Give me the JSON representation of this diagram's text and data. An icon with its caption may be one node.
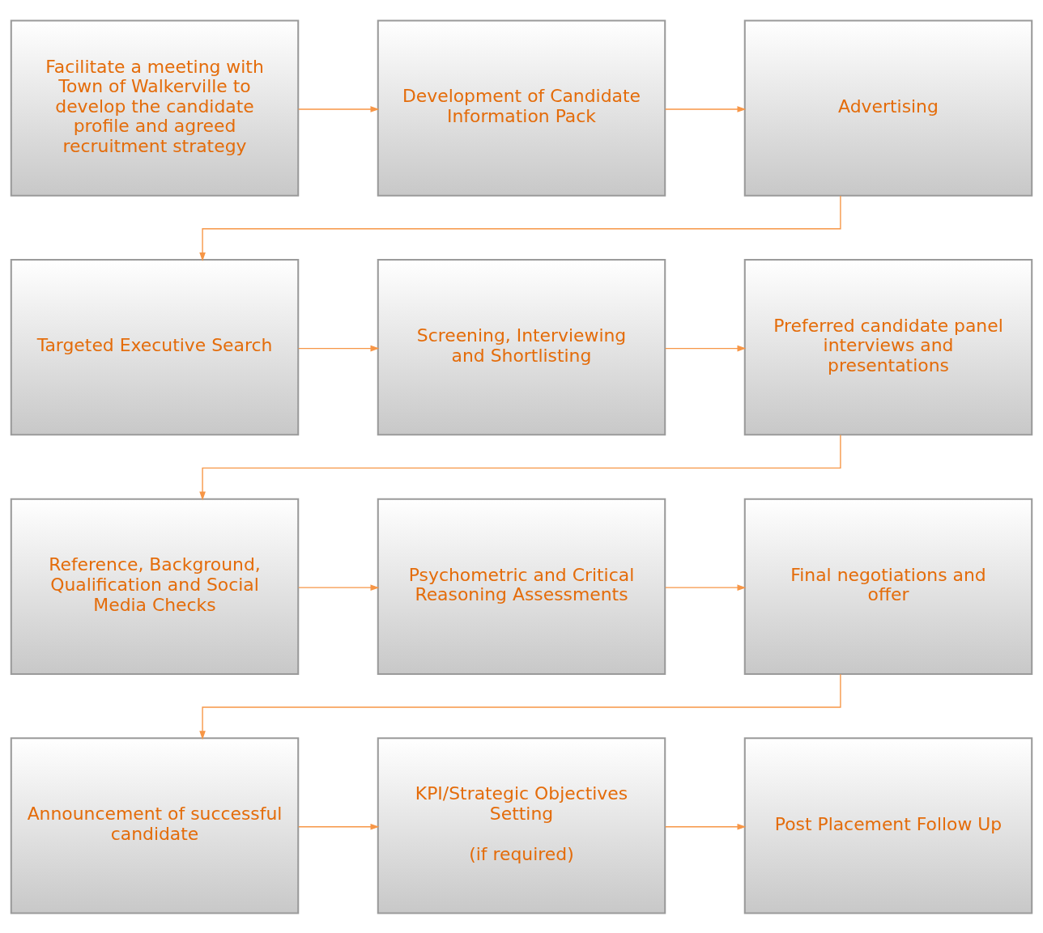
{
  "diagram": {
    "nodes": [
      {
        "text": [
          "Facilitate a meeting with Town of Walkerville to develop the candidate profile and agreed recruitment strategy"
        ]
      },
      {
        "text": [
          "Development of Candidate Information Pack"
        ]
      },
      {
        "text": [
          "Advertising"
        ]
      },
      {
        "text": [
          "Targeted Executive Search"
        ]
      },
      {
        "text": [
          "Screening, Interviewing and Shortlisting"
        ]
      },
      {
        "text": [
          "Preferred candidate panel interviews and presentations"
        ]
      },
      {
        "text": [
          "Reference, Background, Qualification and Social Media Checks"
        ]
      },
      {
        "text": [
          "Psychometric and Critical Reasoning Assessments"
        ]
      },
      {
        "text": [
          "Final negotiations and offer"
        ]
      },
      {
        "text": [
          "Announcement of successful candidate"
        ]
      },
      {
        "text": [
          "KPI/Strategic Objectives Setting",
          "(if required)"
        ]
      },
      {
        "text": [
          "Post Placement Follow Up"
        ]
      }
    ],
    "edges": [
      {
        "from": 0,
        "to": 1,
        "arrow": "to"
      },
      {
        "from": 1,
        "to": 2,
        "arrow": "to"
      },
      {
        "from": 2,
        "to": 3,
        "arrow": "to"
      },
      {
        "from": 3,
        "to": 4,
        "arrow": "to"
      },
      {
        "from": 4,
        "to": 5,
        "arrow": "to"
      },
      {
        "from": 5,
        "to": 6,
        "arrow": "to"
      },
      {
        "from": 6,
        "to": 7,
        "arrow": "to"
      },
      {
        "from": 7,
        "to": 8,
        "arrow": "to"
      },
      {
        "from": 8,
        "to": 9,
        "arrow": "to"
      },
      {
        "from": 9,
        "to": 10,
        "arrow": "to"
      },
      {
        "from": 10,
        "to": 11,
        "arrow": "to"
      }
    ]
  }
}
